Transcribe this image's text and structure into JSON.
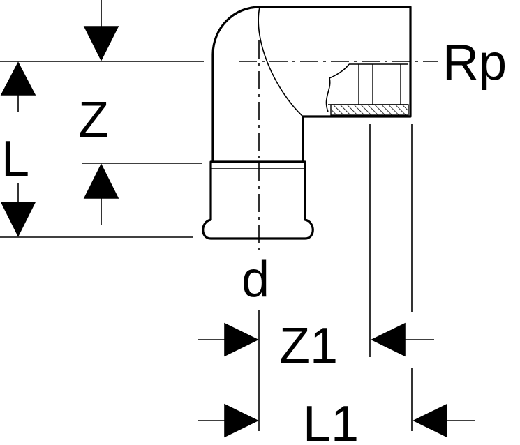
{
  "diagram": {
    "labels": {
      "rp": "Rp",
      "z": "Z",
      "l": "L",
      "d": "d",
      "z1": "Z1",
      "l1": "L1"
    },
    "colors": {
      "stroke": "#000000",
      "background": "#ffffff"
    }
  }
}
